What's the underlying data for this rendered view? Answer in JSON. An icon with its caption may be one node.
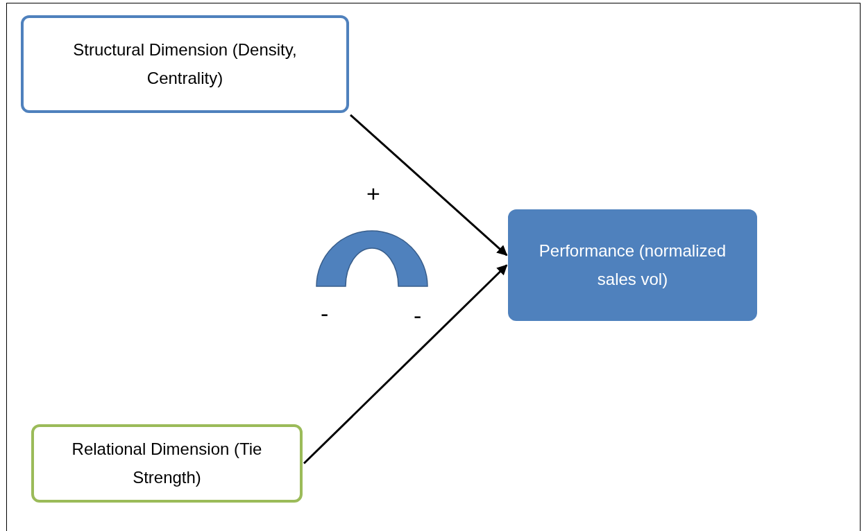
{
  "diagram": {
    "nodes": [
      {
        "text": [
          "Structural Dimension (Density, Centrality)"
        ]
      },
      {
        "text": [
          "Performance (normalized sales vol)"
        ]
      },
      {
        "text": [
          "Relational Dimension (Tie Strength)"
        ]
      }
    ],
    "edges": [
      {
        "from": 0,
        "to": 1,
        "arrow": "to"
      },
      {
        "from": 2,
        "to": 1,
        "arrow": "to"
      }
    ],
    "labels": [
      "+",
      "-",
      "-"
    ]
  }
}
